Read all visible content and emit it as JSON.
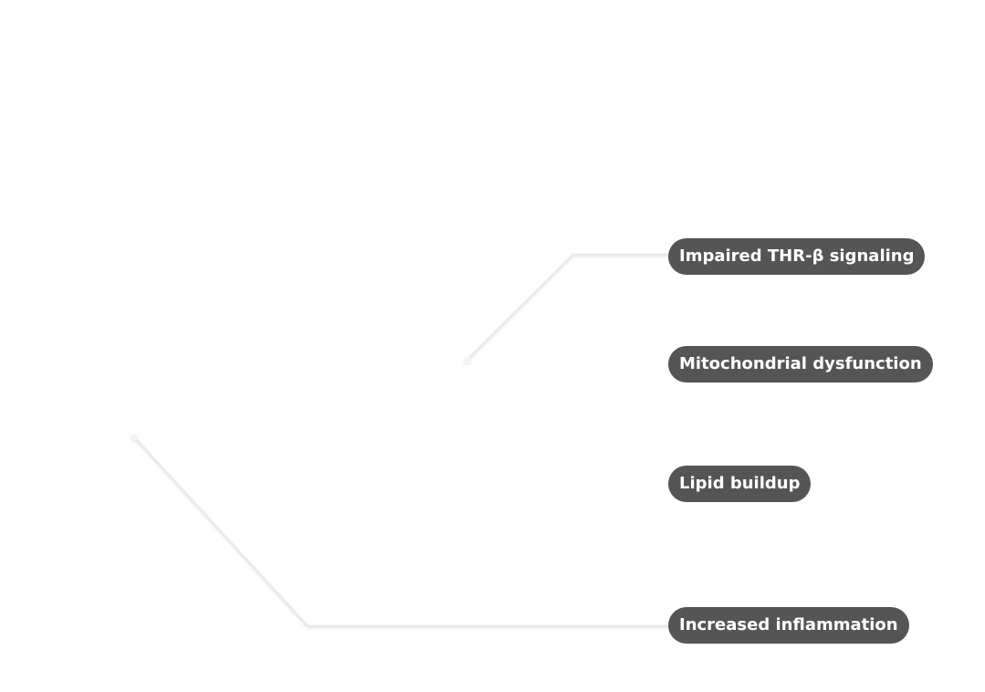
{
  "labels": [
    {
      "id": "thr-beta",
      "text": "Impaired THR-β signaling"
    },
    {
      "id": "mito",
      "text": "Mitochondrial dysfunction"
    },
    {
      "id": "lipid",
      "text": "Lipid buildup"
    },
    {
      "id": "inflammation",
      "text": "Increased inflammation"
    }
  ],
  "colors": {
    "pill_background": "#555555",
    "pill_text": "#ffffff",
    "leader_line": "#e9e9e9",
    "page_background": "#ffffff"
  }
}
